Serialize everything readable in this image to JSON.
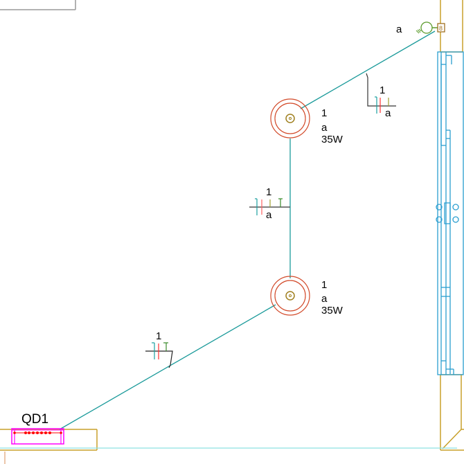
{
  "drawing": {
    "type": "electrical-lighting-plan",
    "colors": {
      "wall": "#c8a02a",
      "wire": "#1a9a9a",
      "window": "#2a9ed0",
      "lamp_ring": "#d24a2a",
      "lamp_core": "#a08020",
      "switch": "#5a9a2a",
      "panel": "#ff00ff",
      "panel_dots": "#ff0000",
      "baseline": "#8ee0e0",
      "tick_gray": "#555555",
      "tick_red": "#ff3030",
      "tick_olive": "#a0a030",
      "tick_green": "#3a8a2a"
    },
    "panel": {
      "label": "QD1"
    },
    "switch": {
      "label": "a"
    },
    "lamps": [
      {
        "id": "lamp-1",
        "count": "1",
        "switch": "a",
        "power": "35W"
      },
      {
        "id": "lamp-2",
        "count": "1",
        "switch": "a",
        "power": "35W"
      }
    ],
    "wire_annotations": [
      {
        "id": "wire-tag-switch",
        "circuit": "1",
        "switch": "a"
      },
      {
        "id": "wire-tag-middle",
        "circuit": "1",
        "switch": "a"
      },
      {
        "id": "wire-tag-panel",
        "circuit": "1"
      }
    ]
  }
}
